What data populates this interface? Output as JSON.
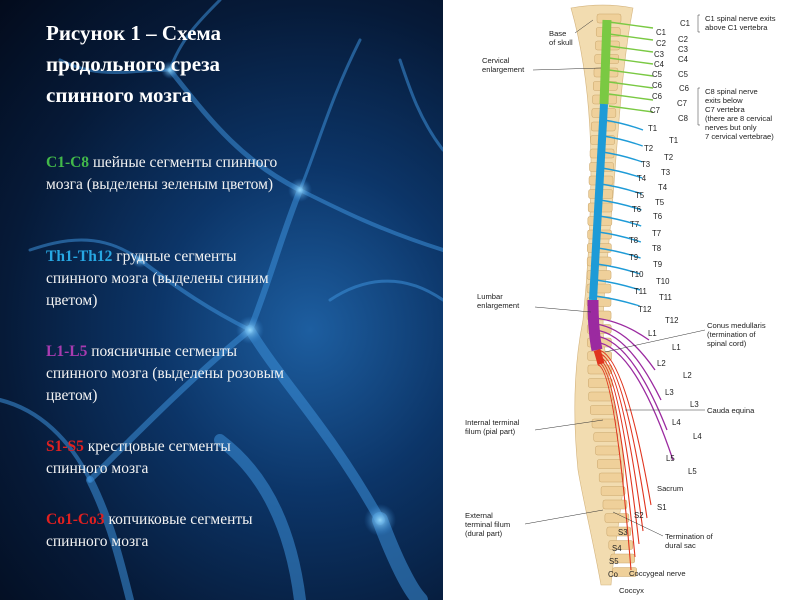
{
  "slide": {
    "title": "Рисунок 1 – Схема продольного среза спинного мозга",
    "paragraphs": [
      {
        "tag": "C1-C8",
        "text": " шейные сегменты спинного мозга (выделены зеленым цветом)"
      },
      {
        "tag": "Th1-Th12",
        "text": " грудные сегменты спинного мозга (выделены синим цветом)"
      },
      {
        "tag": "L1-L5",
        "text": " поясничные сегменты спинного мозга (выделены розовым цветом)"
      },
      {
        "tag": "S1-S5",
        "text": " крестцовые сегменты спинного мозга"
      },
      {
        "tag": "Co1-Co3",
        "text": " копчиковые сегменты спинного мозга"
      }
    ]
  },
  "diagram": {
    "labels": {
      "base_of_skull_1": "Base",
      "base_of_skull_2": "of skull",
      "cervical_1": "Cervical",
      "cervical_2": "enlargement",
      "c1_exits_1": "C1 spinal nerve exits",
      "c1_exits_2": "above C1 vertebra",
      "c8_exits_1": "C8 spinal nerve",
      "c8_exits_2": "exits below",
      "c8_exits_3": "C7 vertebra",
      "c8_exits_4": "(there are 8 cervical",
      "c8_exits_5": "nerves but only",
      "c8_exits_6": "7 cervical vertebrae)",
      "lumbar_1": "Lumbar",
      "lumbar_2": "enlargement",
      "conus_1": "Conus medullaris",
      "conus_2": "(termination of",
      "conus_3": "spinal cord)",
      "cauda": "Cauda equina",
      "internal_1": "Internal terminal",
      "internal_2": "filum (pial part)",
      "sacrum": "Sacrum",
      "external_1": "External",
      "external_2": "terminal filum",
      "external_3": "(dural part)",
      "termination_1": "Termination of",
      "termination_2": "dural sac",
      "coccygeal": "Coccygeal nerve",
      "coccyx": "Coccyx"
    },
    "vertebra_labels": {
      "C1a": "C1",
      "C1b": "C1",
      "C2a": "C2",
      "C2b": "C2",
      "C3a": "C3",
      "C3b": "C3",
      "C4a": "C4",
      "C4b": "C4",
      "C5a": "C5",
      "C5b": "C5",
      "C6a": "C6",
      "C6b": "C6",
      "C7a": "C7",
      "C7b": "C7",
      "C8": "C8",
      "T1a": "T1",
      "T1b": "T1",
      "T2a": "T2",
      "T2b": "T2",
      "T3a": "T3",
      "T3b": "T3",
      "T4a": "T4",
      "T4b": "T4",
      "T5a": "T5",
      "T5b": "T5",
      "T6a": "T6",
      "T6b": "T6",
      "T7a": "T7",
      "T7b": "T7",
      "T8a": "T8",
      "T8b": "T8",
      "T9a": "T9",
      "T9b": "T9",
      "T10a": "T10",
      "T10b": "T10",
      "T11a": "T11",
      "T11b": "T11",
      "T12a": "T12",
      "T12b": "T12",
      "L1a": "L1",
      "L1b": "L1",
      "L2a": "L2",
      "L2b": "L2",
      "L3a": "L3",
      "L3b": "L3",
      "L4a": "L4",
      "L4b": "L4",
      "L5a": "L5",
      "L5b": "L5",
      "S1": "S1",
      "S2": "S2",
      "S3": "S3",
      "S4": "S4",
      "S5": "S5",
      "Co": "Co"
    },
    "colors": {
      "cervical": "#7ac943",
      "thoracic": "#1e9bd7",
      "lumbar": "#9b2aa0",
      "sacral": "#e0341e",
      "bone": "#f2dcb0"
    }
  }
}
